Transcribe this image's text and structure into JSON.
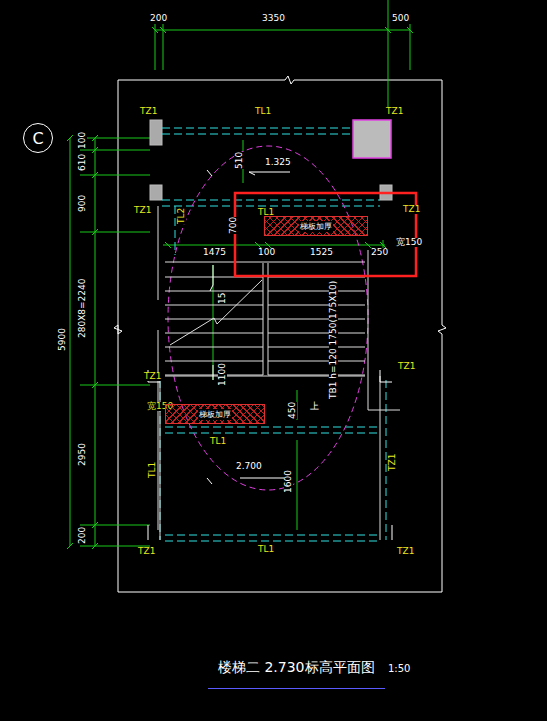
{
  "diagram": {
    "title": "楼梯二 2.730标高平面图",
    "caption": "1:50",
    "nodes": [
      {
        "text": [
          "C"
        ]
      },
      {
        "text": [
          "梯板加厚"
        ]
      },
      {
        "text": [
          "梯板加厚"
        ]
      }
    ],
    "labels": [
      "200",
      "3350",
      "500",
      "TZ1",
      "TL1",
      "TZ1",
      "100",
      "610",
      "900",
      "280X8=2240",
      "5900",
      "2950",
      "200",
      "510",
      "1.325",
      "TZ1",
      "TL1",
      "700",
      "TZ1",
      "宽150",
      "1475",
      "100",
      "1525",
      "250",
      "TL2",
      "15",
      "1100",
      "TB1 h=120 1750(175X10)",
      "上",
      "TZ1",
      "TZ1",
      "TL1",
      "450",
      "TL1",
      "TZ1",
      "2.700",
      "1600",
      "TL1",
      "TZ1",
      "TZ1",
      "宽150"
    ]
  }
}
